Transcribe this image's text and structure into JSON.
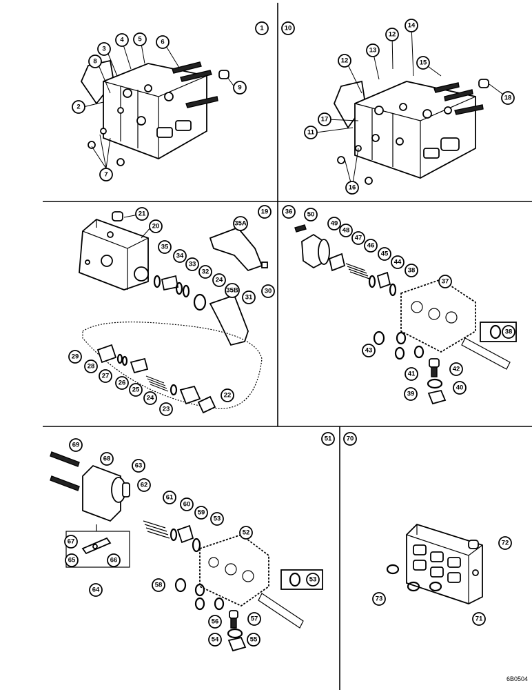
{
  "panel_markers": [
    "1",
    "10",
    "19",
    "36",
    "51",
    "70"
  ],
  "callouts": {
    "p1": [
      "2",
      "3",
      "4",
      "5",
      "6",
      "7",
      "8",
      "9"
    ],
    "p10": [
      "11",
      "12",
      "12",
      "13",
      "14",
      "15",
      "16",
      "17",
      "18"
    ],
    "p19": [
      "20",
      "21",
      "22",
      "23",
      "24",
      "24",
      "25",
      "26",
      "27",
      "28",
      "29",
      "30",
      "31",
      "32",
      "33",
      "34",
      "35",
      "35A",
      "35B"
    ],
    "p36": [
      "37",
      "38",
      "38",
      "39",
      "40",
      "41",
      "42",
      "43",
      "44",
      "45",
      "46",
      "47",
      "48",
      "49",
      "50"
    ],
    "p51": [
      "52",
      "53",
      "53",
      "54",
      "55",
      "56",
      "57",
      "58",
      "59",
      "60",
      "61",
      "62",
      "63",
      "64",
      "65",
      "66",
      "67",
      "68",
      "69"
    ],
    "p70": [
      "71",
      "72",
      "73"
    ]
  },
  "footer_code": "6B0504"
}
